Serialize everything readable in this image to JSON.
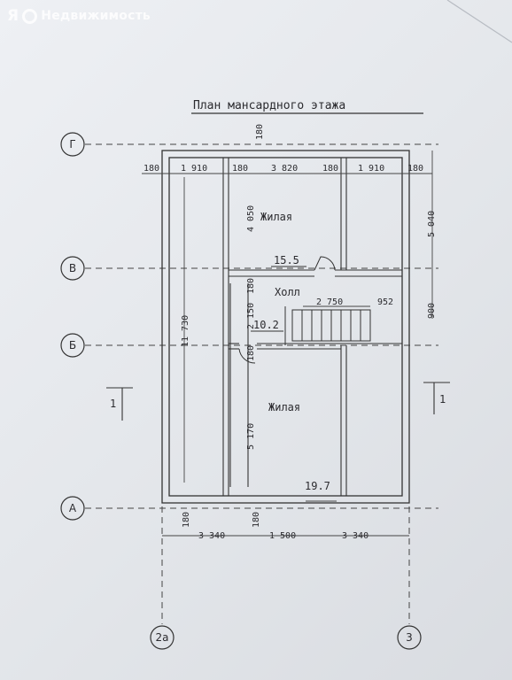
{
  "watermark": {
    "logo": "Я",
    "brand": "Недвижимость"
  },
  "plan": {
    "title": "План мансардного этажа",
    "axes": {
      "g": "Г",
      "v": "В",
      "b": "Б",
      "a": "А",
      "left": "2а",
      "right": "3"
    },
    "rooms": {
      "living_top": "Жилая",
      "hall": "Холл",
      "living_bottom": "Жилая",
      "area_top": "15.5",
      "area_hall": "10.2",
      "area_bottom": "19.7"
    },
    "section_marks": {
      "left": "1",
      "right": "1"
    },
    "dimensions": {
      "top": [
        "180",
        "1 910",
        "180",
        "3 820",
        "180",
        "1 910",
        "180"
      ],
      "top_wall": "180",
      "vertical_inner": [
        "4 050",
        "180",
        "2 150",
        "180",
        "5 170"
      ],
      "overall_vertical": "11 730",
      "right": [
        "5 040",
        "900"
      ],
      "stair": [
        "2 750",
        "952"
      ],
      "bottom_wall": [
        "180",
        "180"
      ],
      "bottom": [
        "3 340",
        "1 500",
        "3 340"
      ]
    }
  }
}
